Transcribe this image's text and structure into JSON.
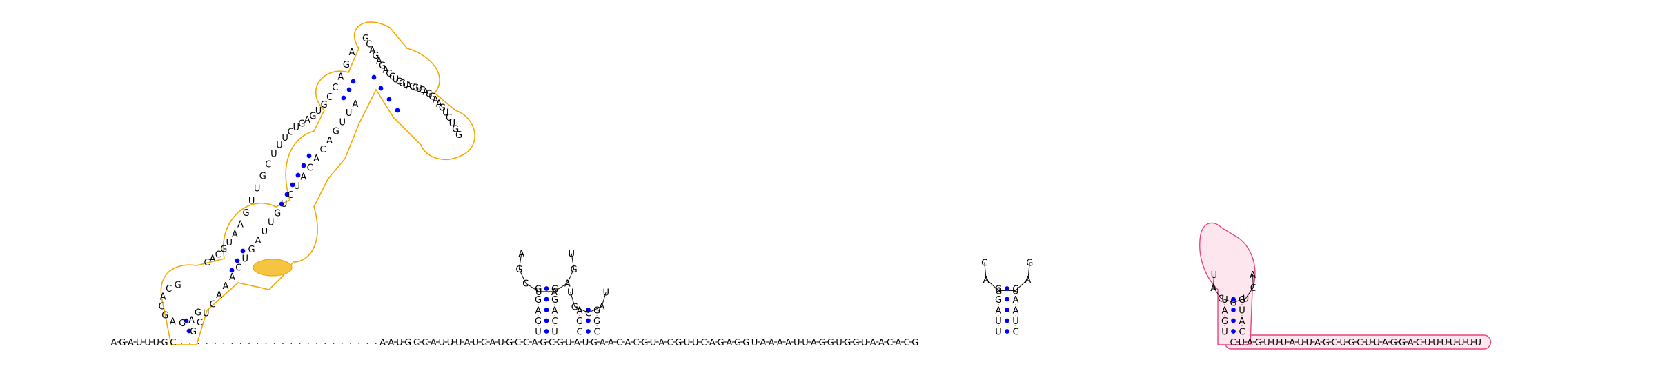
{
  "colors": {
    "nucleotide": "#000000",
    "pair_dot": "#0000ff",
    "backbone": "#000000",
    "highlight_orange": "#f5a800",
    "highlight_orange_fill": "#f5c542",
    "highlight_pink": "#e8457a",
    "highlight_pink_fill": "#fde6ee"
  },
  "sequence": {
    "leader": "AGAUUUG",
    "gap_run": "C.......................................",
    "segment_2": "AAUG",
    "segment_3": "CCAUUUAUCAUGCCAGCGUAUGAACACGUACGUUCAGAGG",
    "segment_4": "UAAAAUUAGGUGGUAACACG",
    "tail": "CUAGUUUAUUAGCUGCUUAGGACUUUUUUU"
  },
  "hairpins": [
    {
      "id": "hairpin-1",
      "stem_5p": "CUGAGG",
      "loop": "AGCUAAGU",
      "stem_3p": "CUCAGG"
    },
    {
      "id": "hairpin-2",
      "stem_5p": "CCGA",
      "loop": "UGCAU",
      "stem_3p": "UCGG"
    },
    {
      "id": "hairpin-3",
      "stem_5p": "GUUAGG",
      "loop": "CAGUAG",
      "stem_3p": "CCUAAC"
    },
    {
      "id": "hairpin-pink",
      "stem_5p": "AUGAU",
      "loop": "UACGUCA",
      "stem_3p": "UCAUG"
    }
  ],
  "large_structure": {
    "label": "orange-highlighted multi-loop domain",
    "strands": [
      "GCACGAGAG",
      "CACGUAAGUUGCUUUCUGAGUGCCAGA",
      "GCAGAGACCUCGUACGUGAGGAAGUCUGG",
      "AUUGACACAUCUGUUAGUCAAACUCG"
    ],
    "highlighted_bases": "CUA"
  }
}
